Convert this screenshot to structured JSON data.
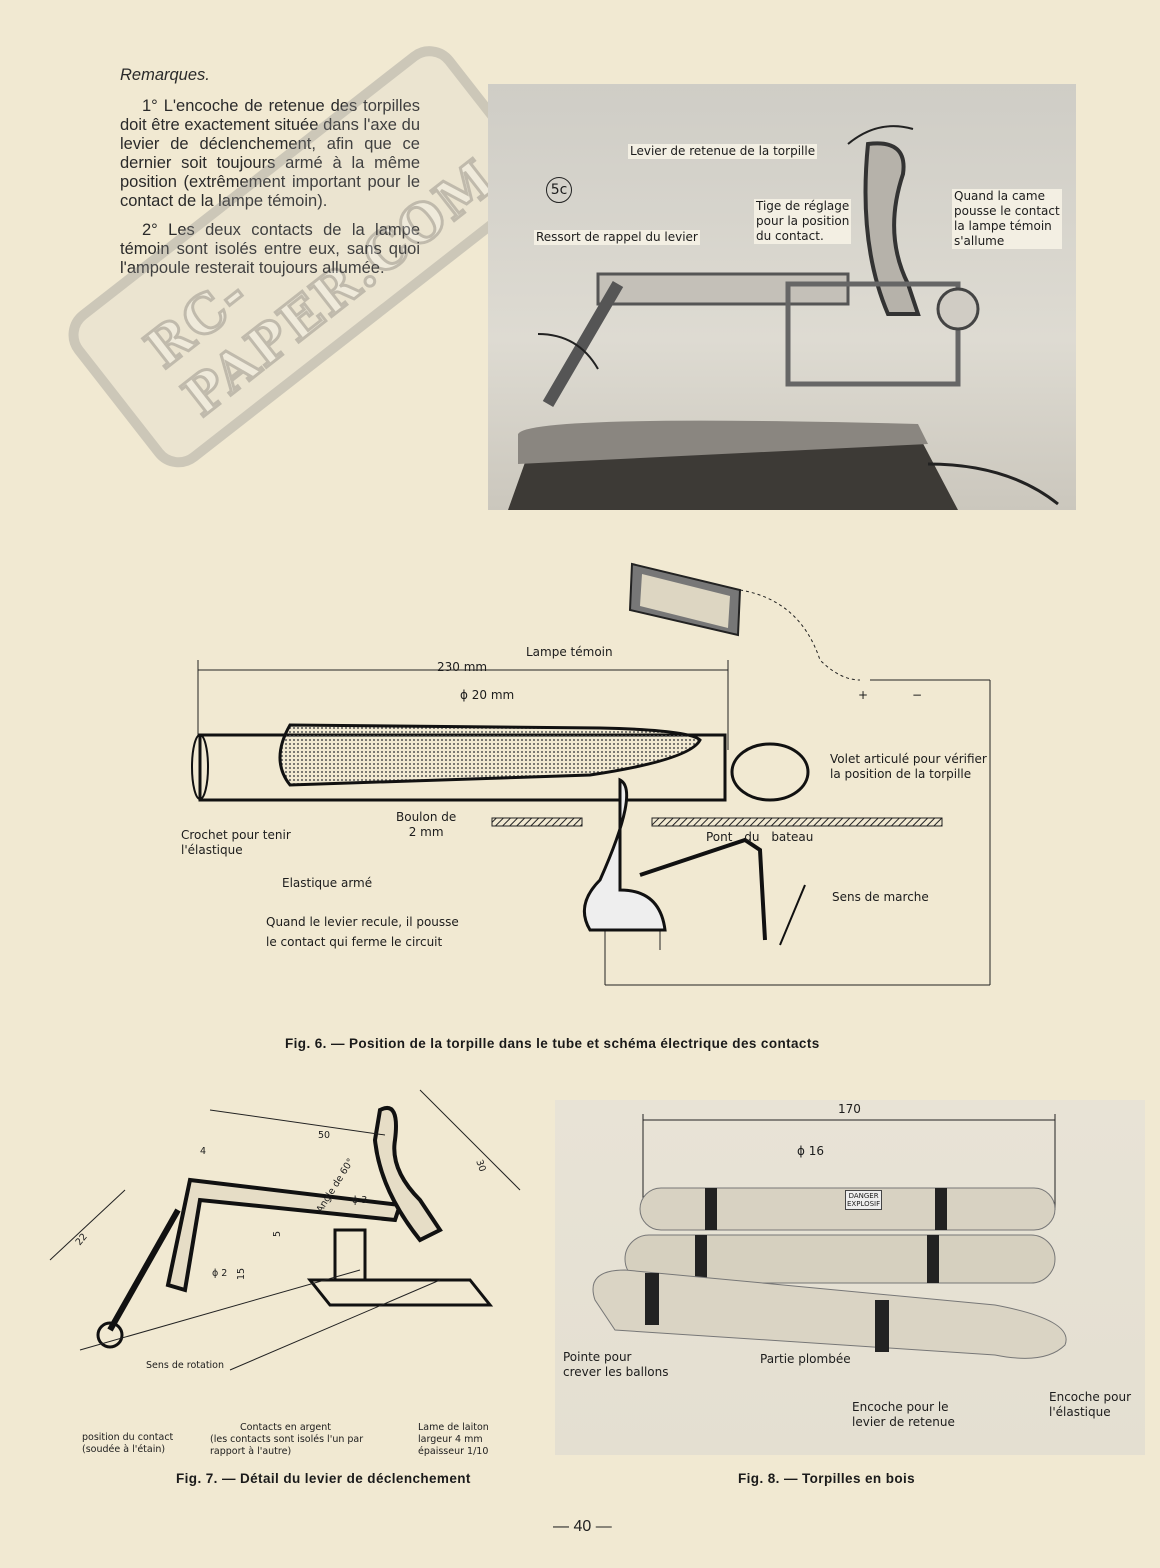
{
  "article": {
    "heading": "Remarques.",
    "paragraphs": [
      "1° L'encoche de retenue des torpilles doit être exactement située dans l'axe du levier de déclenchement, afin que ce dernier soit toujours armé à la même position (extrêmement important pour le contact de la lampe témoin).",
      "2° Les deux contacts de la lampe témoin sont isolés entre eux, sans quoi l'ampoule resterait toujours allumée."
    ]
  },
  "watermark": "RC-PAPER.COM",
  "photo_5c": {
    "badge": "5c",
    "labels": {
      "levier": "Levier de retenue de la torpille",
      "tige": [
        "Tige de réglage",
        "pour la position",
        "du contact."
      ],
      "ressort": "Ressort de rappel du levier",
      "came": [
        "Quand la came",
        "pousse le contact",
        "la lampe témoin",
        "s'allume"
      ]
    }
  },
  "fig6": {
    "labels": {
      "lampe": "Lampe témoin",
      "length": "230 mm",
      "diameter": "ϕ 20 mm",
      "plus": "+",
      "minus": "−",
      "volet": [
        "Volet articulé pour vérifier",
        "la position de la torpille"
      ],
      "crochet": [
        "Crochet pour tenir",
        "l'élastique"
      ],
      "boulon": [
        "Boulon de",
        "2 mm"
      ],
      "pont": "Pont du bateau",
      "elastique": "Elastique armé",
      "quand": [
        "Quand le levier recule, il pousse",
        "le contact qui ferme le circuit"
      ],
      "sens": "Sens de marche"
    },
    "caption": "Fig. 6. — Position de la torpille dans le tube et schéma électrique des contacts"
  },
  "fig7": {
    "dims": {
      "d50": "50",
      "d4": "4",
      "d30": "30",
      "d22": "22",
      "d5": "5",
      "d15": "15",
      "phi2": "ϕ 2",
      "phi3": "ϕ 3",
      "angle": "Angle de 60°"
    },
    "labels": {
      "rotation": "Sens de rotation",
      "position": [
        "position du contact",
        "(soudée à l'étain)"
      ],
      "contacts": [
        "Contacts en argent",
        "(les contacts sont isolés l'un par",
        "rapport à l'autre)"
      ],
      "lame": [
        "Lame de laiton",
        "largeur 4 mm",
        "épaisseur 1/10"
      ]
    },
    "caption": "Fig. 7. — Détail du levier de déclenchement"
  },
  "fig8": {
    "dims": {
      "length": "170",
      "diameter": "ϕ 16"
    },
    "stickers": [
      "DANGER",
      "EXPLOSIF"
    ],
    "labels": {
      "pointe": [
        "Pointe pour",
        "crever les ballons"
      ],
      "partie": "Partie plombée",
      "encoche_levier": [
        "Encoche pour le",
        "levier de retenue"
      ],
      "encoche_elastique": [
        "Encoche pour",
        "l'élastique"
      ]
    },
    "caption": "Fig. 8. — Torpilles en bois"
  },
  "page_number": "— 40 —"
}
